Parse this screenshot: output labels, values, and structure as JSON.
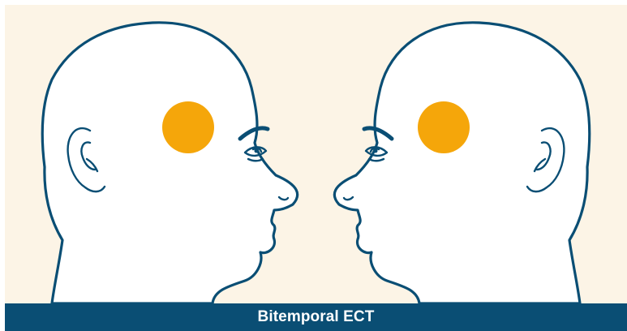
{
  "caption": {
    "label": "Bitemporal ECT"
  },
  "figure": {
    "electrode_placement": "bitemporal",
    "heads": [
      {
        "facing": "right",
        "electrode_marker": "orange-circle"
      },
      {
        "facing": "left",
        "electrode_marker": "orange-circle"
      }
    ]
  },
  "colors": {
    "background": "#fcf4e6",
    "outline": "#0a4e74",
    "electrode": "#f5a60a",
    "caption_bar": "#0a4e74",
    "caption_text": "#ffffff",
    "head_fill": "#ffffff"
  }
}
